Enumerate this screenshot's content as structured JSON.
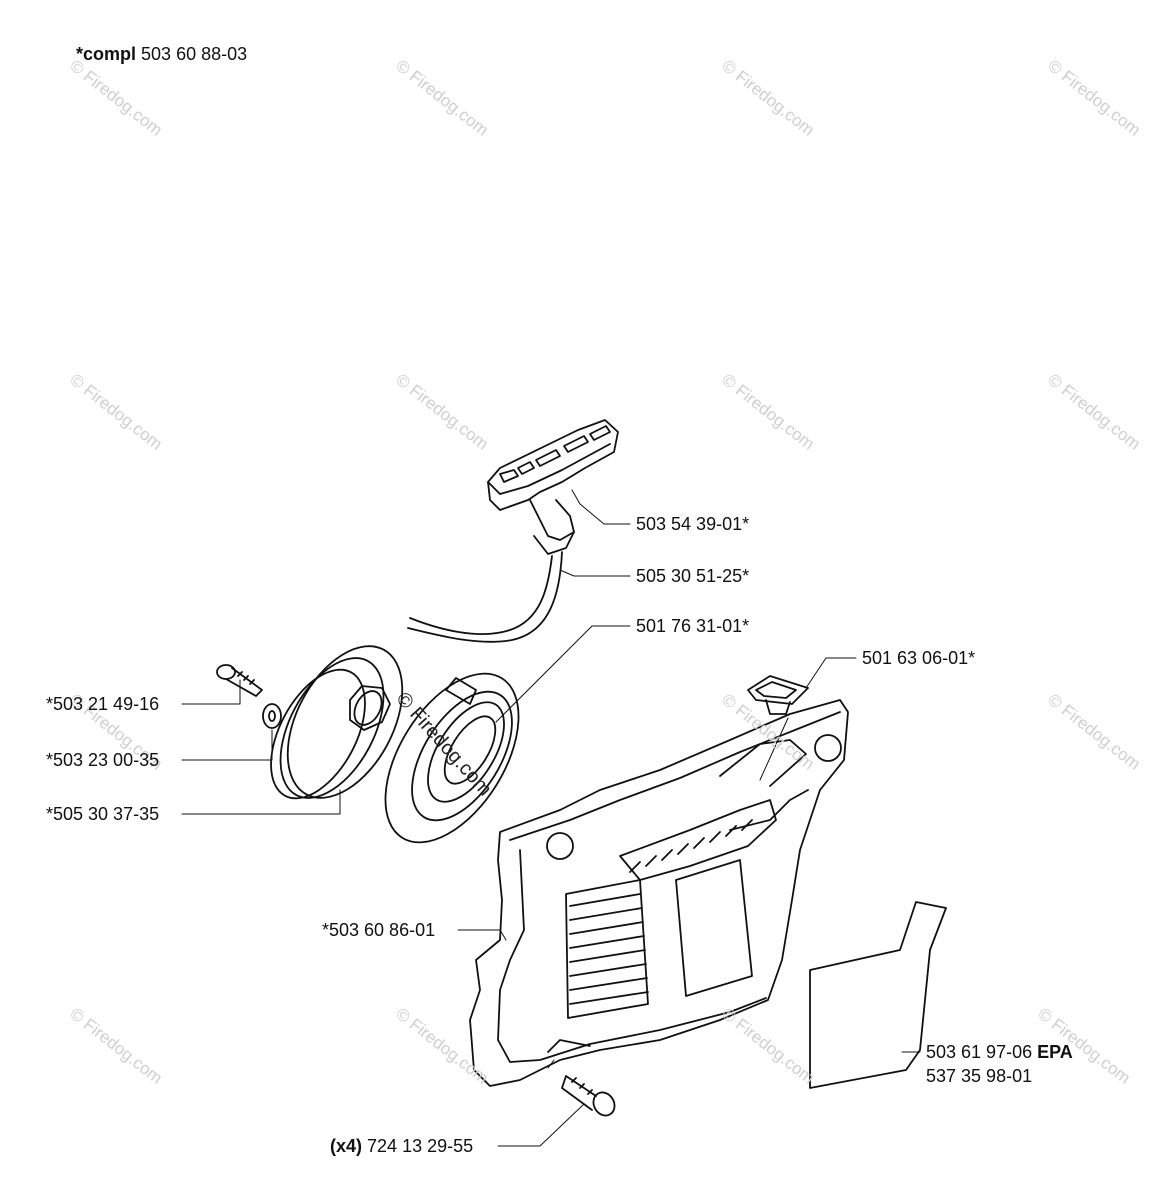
{
  "header": {
    "prefix": "*compl",
    "part": "503 60 88-03"
  },
  "watermark": "© Firedog.com",
  "center_watermark": "© Firedog.com",
  "labels": {
    "handle": "503 54 39-01*",
    "rope": "505 30 51-25*",
    "spring": "501 76 31-01*",
    "grommet": "501 63 06-01*",
    "screw_small": "*503 21 49-16",
    "washer": "*503 23 00-35",
    "pulley": "*505 30 37-35",
    "cover": "*503 60 86-01",
    "decal_part": "503 61 97-06",
    "decal_suffix": "EPA",
    "decal_part2": "537 35 98-01",
    "bolt_qty": "(x4)",
    "bolt_part": "724 13 29-55"
  }
}
